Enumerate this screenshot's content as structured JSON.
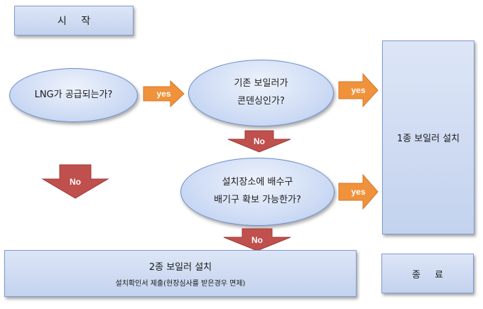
{
  "nodes": {
    "start": "시 작",
    "q_lng": "LNG가 공급되는가?",
    "q_condensing_line1": "기존 보일러가",
    "q_condensing_line2": "콘덴싱인가?",
    "q_exhaust_line1": "설치장소에 배수구",
    "q_exhaust_line2": "배기구 확보 가능한가?",
    "type1": "1종 보일러 설치",
    "type2_title": "2종 보일러 설치",
    "type2_note": "설치확인서 제출(현장심사를 받은경우 면제)",
    "end": "종 료"
  },
  "arrows": {
    "yes1": "yes",
    "yes2": "yes",
    "yes3": "yes",
    "no1": "No",
    "no2": "No",
    "no_lng": "No"
  },
  "colors": {
    "yes_arrow": "#f0923b",
    "no_arrow": "#c0504d",
    "box_border": "#7f9bd0"
  }
}
